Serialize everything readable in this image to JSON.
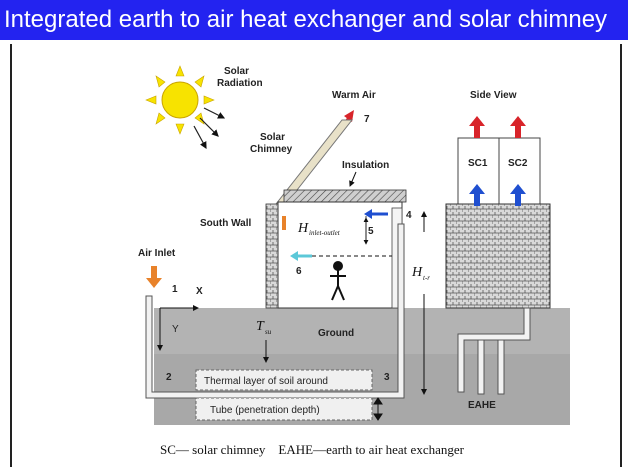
{
  "title": "Integrated earth to air heat exchanger and solar chimney",
  "diagram": {
    "solar_radiation": "Solar Radiation",
    "solar_radiation_l1": "Solar",
    "solar_radiation_l2": "Radiation",
    "warm_air": "Warm Air",
    "solar_chimney_l1": "Solar",
    "solar_chimney_l2": "Chimney",
    "insulation": "Insulation",
    "south_wall": "South Wall",
    "air_inlet": "Air Inlet",
    "side_view": "Side View",
    "sc1": "SC1",
    "sc2": "SC2",
    "ground": "Ground",
    "thermal_layer": "Thermal layer of soil around",
    "tube": "Tube (penetration depth)",
    "eahe": "EAHE",
    "axis_x": "X",
    "axis_y": "Y",
    "t_main": "T",
    "t_sub": "su",
    "h_inlet_main": "H",
    "h_inlet_sub": "inlet-outlet",
    "h_total_main": "H",
    "h_total_sub": "t-r",
    "n1": "1",
    "n2": "2",
    "n3": "3",
    "n4": "4",
    "n5": "5",
    "n6": "6",
    "n7": "7",
    "caption": "SC— solar chimney    EAHE—earth to air heat exchanger"
  },
  "colors": {
    "title_bg": "#2323f0",
    "title_fg": "#ffffff",
    "ground": "#b3b3b3",
    "sun": "#f7e300",
    "arrow_red": "#d8242a",
    "arrow_blue": "#1f4fd0",
    "arrow_orange": "#e8822a",
    "arrow_cyan": "#5cc8d8"
  }
}
